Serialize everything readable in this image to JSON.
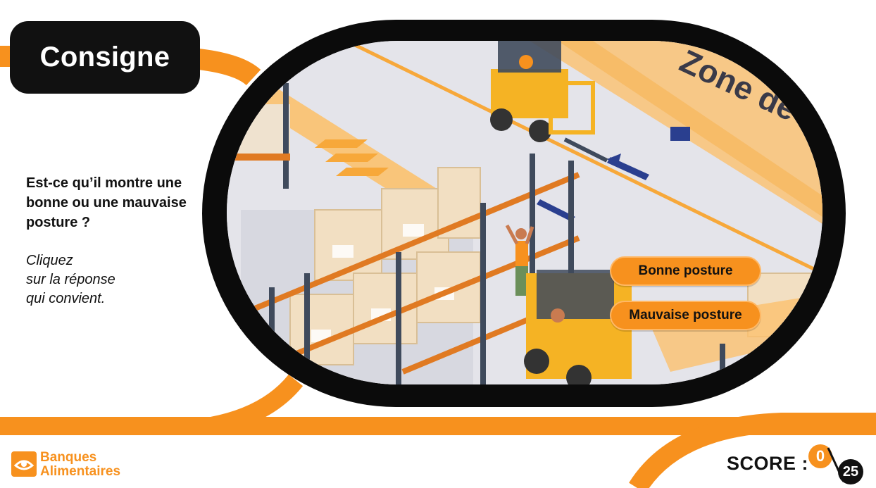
{
  "header": {
    "title": "Consigne"
  },
  "prompt": {
    "question": "Est-ce qu’il montre une bonne ou une mauvaise posture ?",
    "instruction_lines": [
      "Cliquez",
      "sur la réponse",
      "qui convient."
    ]
  },
  "scene": {
    "floor_text": "Zone de"
  },
  "answers": {
    "good": "Bonne posture",
    "bad": "Mauvaise posture"
  },
  "brand": {
    "line1": "Banques",
    "line2": "Alimentaires"
  },
  "score": {
    "label": "SCORE :",
    "current": "0",
    "max": "25"
  },
  "colors": {
    "accent": "#f7911e",
    "dark": "#111111",
    "floor": "#e4e4ea"
  }
}
